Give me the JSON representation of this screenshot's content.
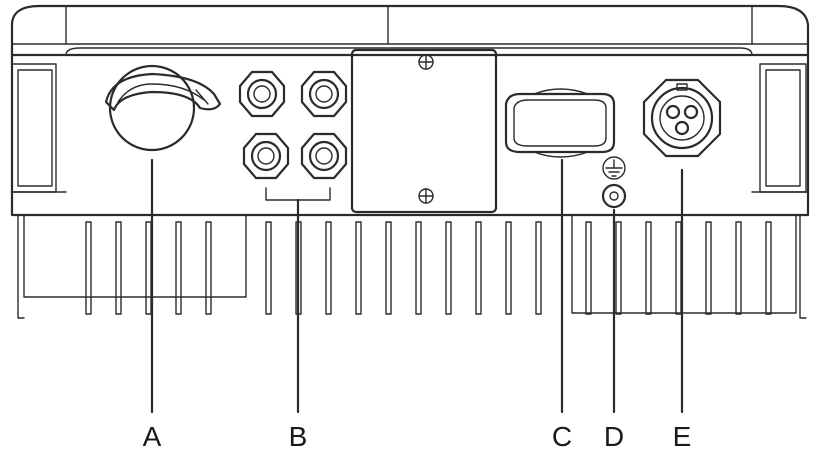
{
  "callouts": [
    {
      "id": "a",
      "label": "A"
    },
    {
      "id": "b",
      "label": "B"
    },
    {
      "id": "c",
      "label": "C"
    },
    {
      "id": "d",
      "label": "D"
    },
    {
      "id": "e",
      "label": "E"
    }
  ],
  "icons": {
    "ground": "ground-symbol-icon"
  },
  "colors": {
    "line": "#2b2b2b",
    "background": "#ffffff"
  }
}
